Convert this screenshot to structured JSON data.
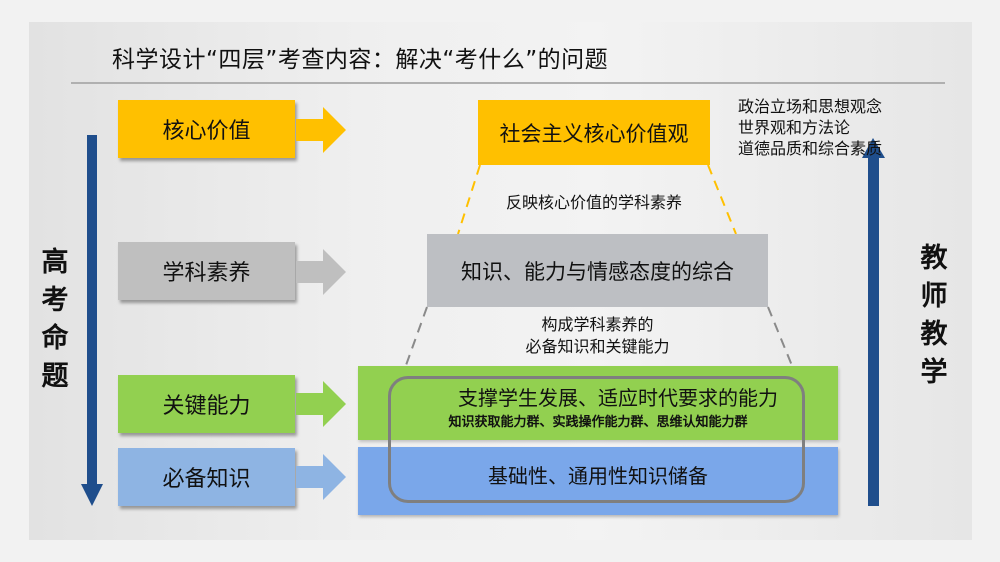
{
  "title": "科学设计“四层”考查内容：解决“考什么”的问题",
  "left_axis": {
    "label_chars": [
      "高",
      "考",
      "命",
      "题"
    ],
    "arrow_direction": "down"
  },
  "right_axis": {
    "label_chars": [
      "教",
      "师",
      "教",
      "学"
    ],
    "arrow_direction": "up"
  },
  "layers": [
    {
      "label": "核心价值",
      "color": "#FFC000",
      "description": "社会主义核心价值观"
    },
    {
      "label": "学科素养",
      "color": "#BFBFBF",
      "description": "知识、能力与情感态度的综合"
    },
    {
      "label": "关键能力",
      "color": "#92D050",
      "description": "支撑学生发展、适应时代要求的能力",
      "sub_description": "知识获取能力群、实践操作能力群、思维认知能力群"
    },
    {
      "label": "必备知识",
      "color": "#8EB4E3",
      "description": "基础性、通用性知识储备"
    }
  ],
  "connectors": {
    "upper": "反映核心价值的学科素养",
    "lower_line1": "构成学科素养的",
    "lower_line2": "必备知识和关键能力"
  },
  "side_notes": [
    "政治立场和思想观念",
    "世界观和方法论",
    "道德品质和综合素质"
  ],
  "colors": {
    "axis_arrow": "#1F4E8C",
    "center_green": "#92D050",
    "center_blue": "#7AA7EA",
    "center_gray": "#BDBFC3"
  }
}
